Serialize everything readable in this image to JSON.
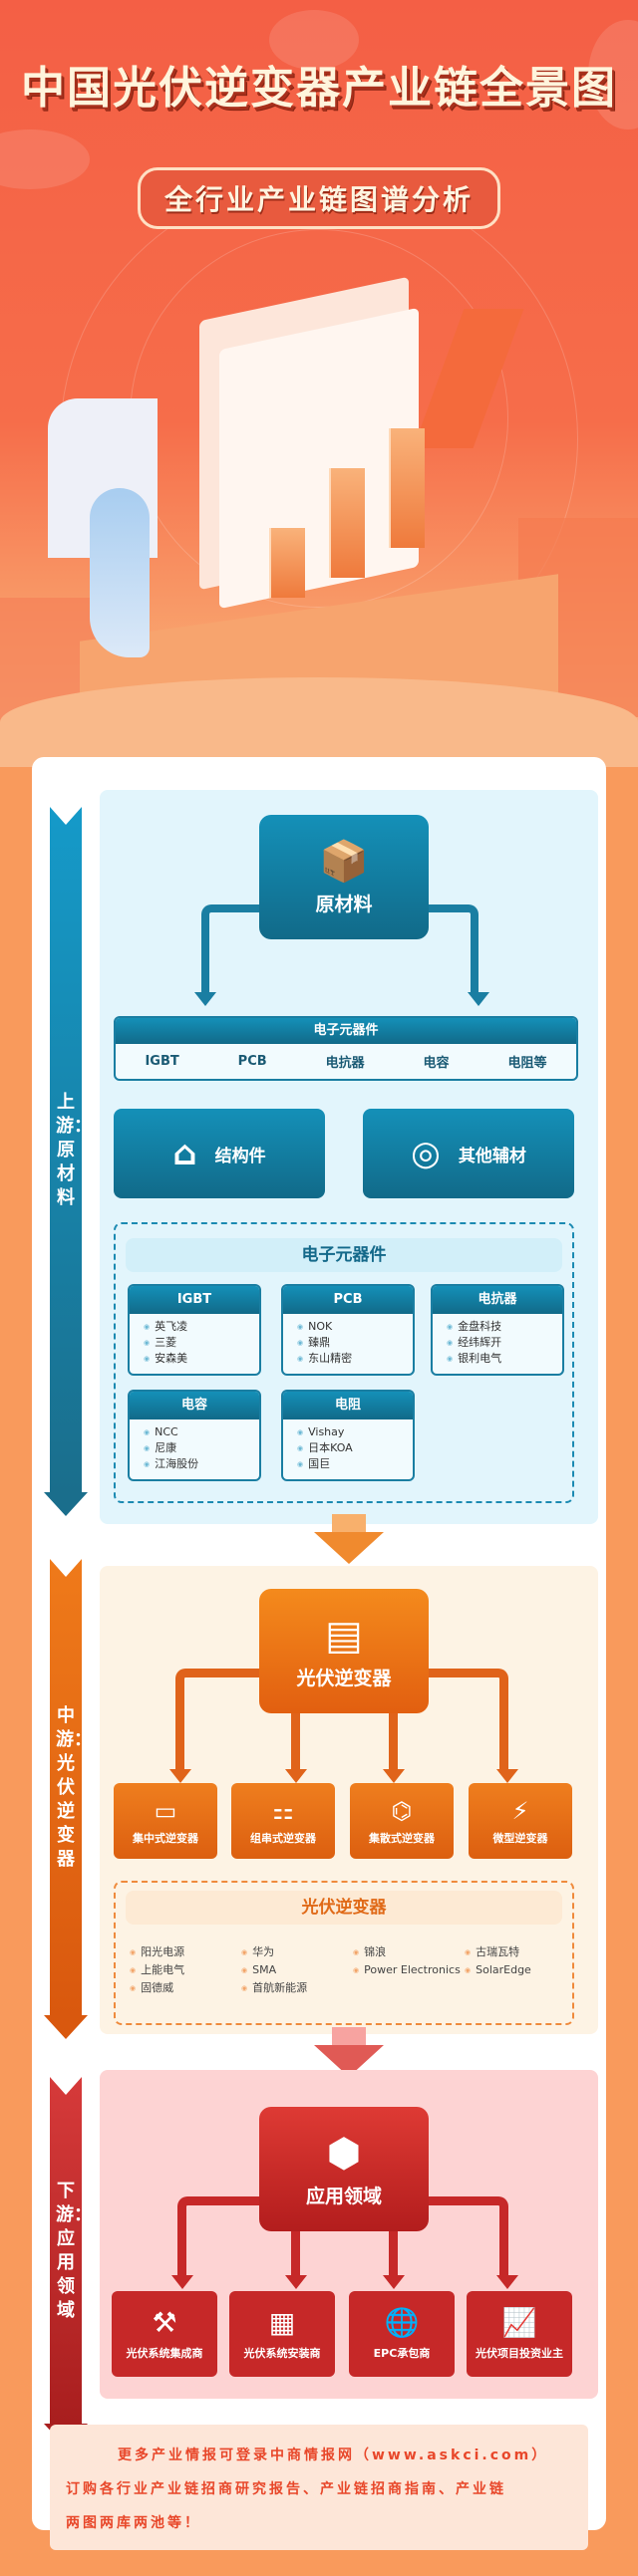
{
  "header": {
    "title": "中国光伏逆变器产业链全景图",
    "subtitle": "全行业产业链图谱分析"
  },
  "upstream": {
    "stage_label": "上游：原材料",
    "hub_label": "原材料",
    "hub_icon": "box-icon",
    "electronics_bar": {
      "title": "电子元器件",
      "items": [
        "IGBT",
        "PCB",
        "电抗器",
        "电容",
        "电阻等"
      ]
    },
    "materials": [
      {
        "label": "结构件",
        "icon": "structure-icon"
      },
      {
        "label": "其他辅材",
        "icon": "pipes-icon"
      }
    ],
    "companies_section": {
      "title": "电子元器件",
      "groups": [
        {
          "title": "IGBT",
          "companies": [
            "英飞凌",
            "三菱",
            "安森美"
          ]
        },
        {
          "title": "PCB",
          "companies": [
            "NOK",
            "臻鼎",
            "东山精密"
          ]
        },
        {
          "title": "电抗器",
          "companies": [
            "金盘科技",
            "经纬辉开",
            "银利电气"
          ]
        },
        {
          "title": "电容",
          "companies": [
            "NCC",
            "尼康",
            "江海股份"
          ]
        },
        {
          "title": "电阻",
          "companies": [
            "Vishay",
            "日本KOA",
            "国巨"
          ]
        }
      ]
    }
  },
  "midstream": {
    "stage_label": "中游：光伏逆变器",
    "hub_label": "光伏逆变器",
    "hub_icon": "solar-inverter-icon",
    "types": [
      {
        "label": "集中式逆变器",
        "icon": "central-inverter-icon"
      },
      {
        "label": "组串式逆变器",
        "icon": "string-inverter-icon"
      },
      {
        "label": "集散式逆变器",
        "icon": "circuit-board-icon"
      },
      {
        "label": "微型逆变器",
        "icon": "micro-inverter-icon"
      }
    ],
    "companies_section": {
      "title": "光伏逆变器",
      "columns": [
        [
          "阳光电源",
          "上能电气",
          "固德威"
        ],
        [
          "华为",
          "SMA",
          "首航新能源"
        ],
        [
          "锦浪",
          "Power Electronics"
        ],
        [
          "古瑞瓦特",
          "SolarEdge"
        ]
      ]
    }
  },
  "downstream": {
    "stage_label": "下游：应用领域",
    "hub_label": "应用领域",
    "hub_icon": "cube-icon",
    "applications": [
      {
        "label": "光伏系统集成商",
        "icon": "integrator-icon"
      },
      {
        "label": "光伏系统安装商",
        "icon": "solar-panel-icon"
      },
      {
        "label": "EPC承包商",
        "icon": "epc-globe-icon"
      },
      {
        "label": "光伏项目投资业主",
        "icon": "investment-chart-icon"
      }
    ]
  },
  "footer": {
    "line1": "更多产业情报可登录中商情报网（www.askci.com）",
    "line2": "订购各行业产业链招商研究报告、产业链招商指南、产业链",
    "line3": "两图两库两池等！"
  },
  "colors": {
    "upstream": "#1490b8",
    "midstream": "#ef7a1a",
    "downstream": "#c62828",
    "hero_bg": "#f45f45",
    "page_bg": "#f99a5c"
  }
}
